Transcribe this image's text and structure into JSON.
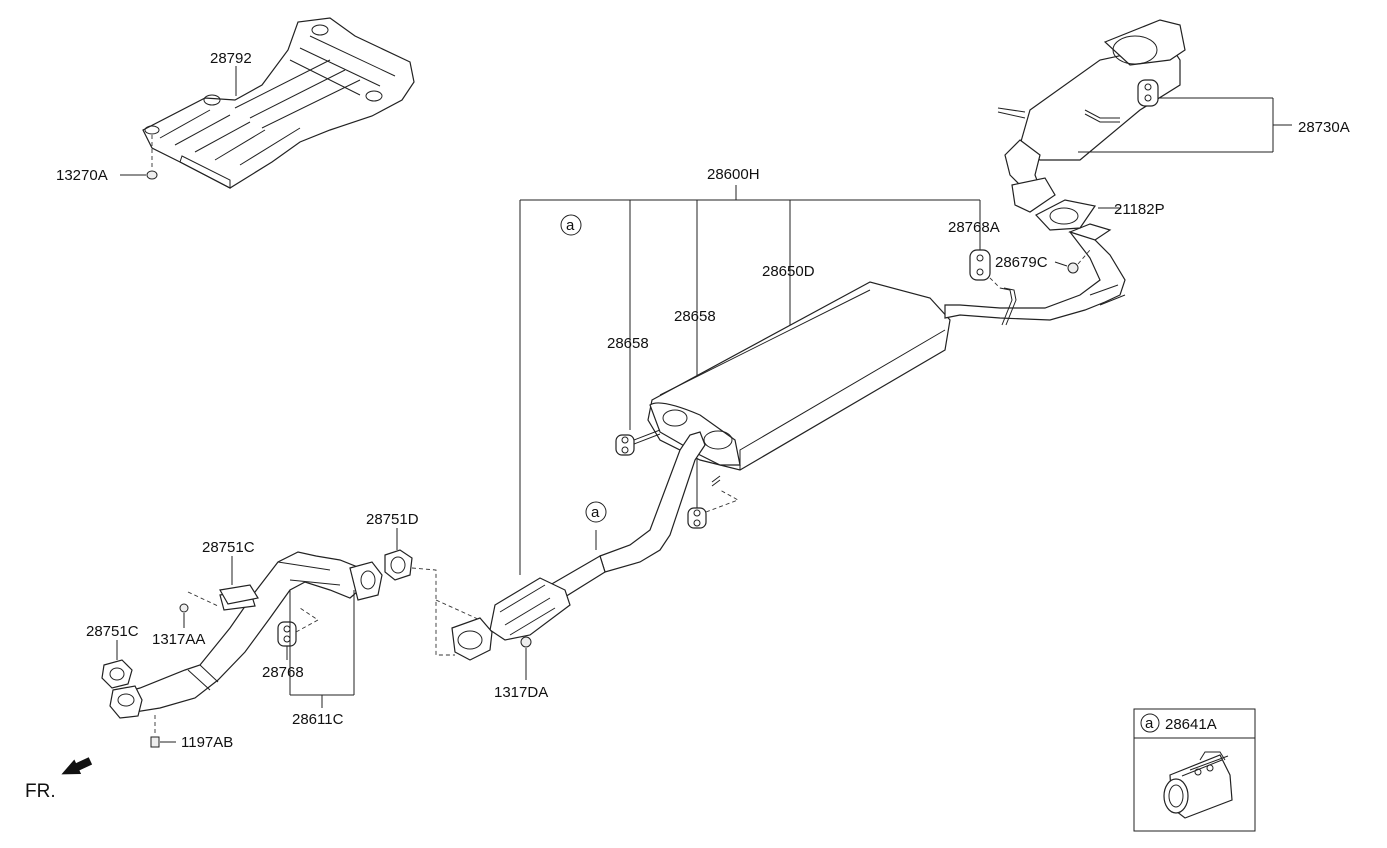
{
  "labels": {
    "p28792": "28792",
    "p13270A": "13270A",
    "p28600H": "28600H",
    "p28730A": "28730A",
    "p21182P": "21182P",
    "p28768A": "28768A",
    "p28679C": "28679C",
    "p28650D": "28650D",
    "p28658_a": "28658",
    "p28658_b": "28658",
    "p28751D": "28751D",
    "p28751C_a": "28751C",
    "p28751C_b": "28751C",
    "p1317AA": "1317AA",
    "p28768": "28768",
    "p28611C": "28611C",
    "p1197AB": "1197AB",
    "p1317DA": "1317DA",
    "p28641A": "28641A"
  },
  "callouts": {
    "a": "a"
  },
  "front_indicator": "FR."
}
